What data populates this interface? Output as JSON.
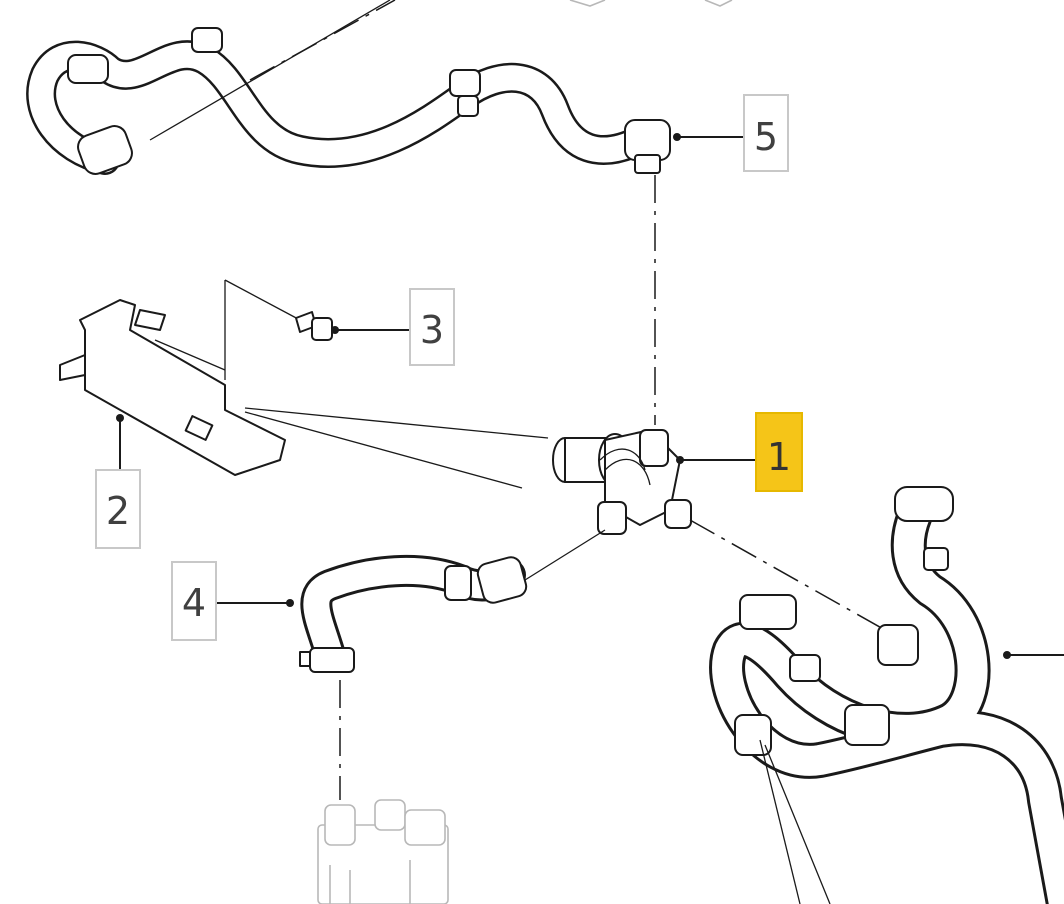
{
  "diagram": {
    "callouts": [
      {
        "id": "1",
        "label": "1",
        "highlighted": true
      },
      {
        "id": "2",
        "label": "2",
        "highlighted": false
      },
      {
        "id": "3",
        "label": "3",
        "highlighted": false
      },
      {
        "id": "4",
        "label": "4",
        "highlighted": false
      },
      {
        "id": "5",
        "label": "5",
        "highlighted": false
      }
    ],
    "highlight_color": "#f5c518",
    "line_color": "#1a1a1a",
    "box_border_color": "#c8c8c8"
  }
}
